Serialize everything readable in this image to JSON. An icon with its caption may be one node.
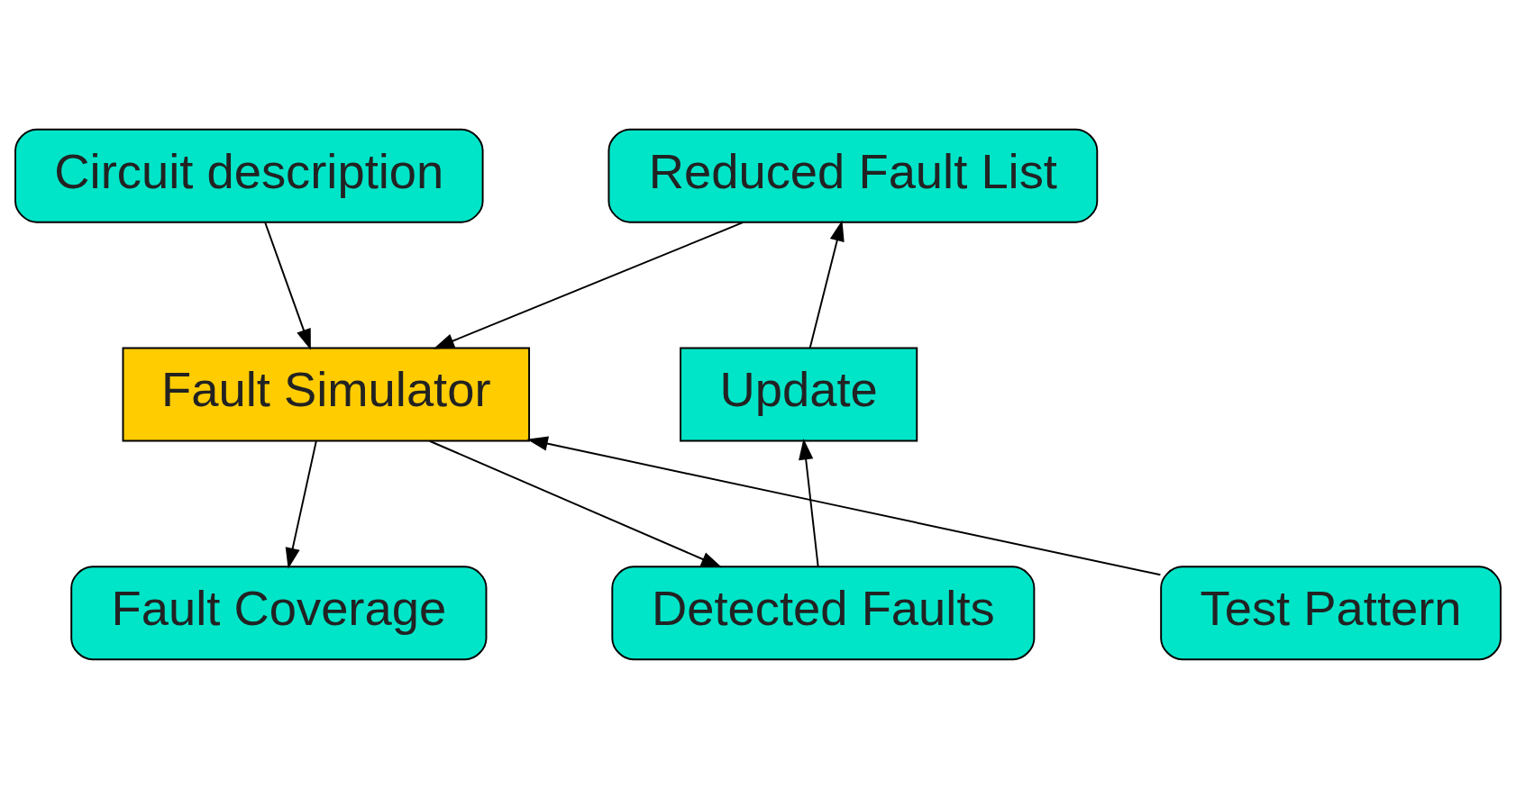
{
  "diagram": {
    "nodes": [
      {
        "text": [
          "Circuit description"
        ]
      },
      {
        "text": [
          "Reduced Fault List"
        ]
      },
      {
        "text": [
          "Fault Simulator"
        ]
      },
      {
        "text": [
          "Update"
        ]
      },
      {
        "text": [
          "Fault Coverage"
        ]
      },
      {
        "text": [
          "Test Pattern"
        ]
      },
      {
        "text": [
          "Detected Faults"
        ]
      }
    ],
    "edges": [
      {
        "from": 0,
        "to": 2,
        "arrow": "to"
      },
      {
        "from": 1,
        "to": 2,
        "arrow": "to"
      },
      {
        "from": 2,
        "to": 4,
        "arrow": "to"
      },
      {
        "from": 5,
        "to": 2,
        "arrow": "to"
      },
      {
        "from": 2,
        "to": 6,
        "arrow": "to"
      },
      {
        "from": 6,
        "to": 3,
        "arrow": "to"
      },
      {
        "from": 3,
        "to": 1,
        "arrow": "to"
      }
    ]
  }
}
